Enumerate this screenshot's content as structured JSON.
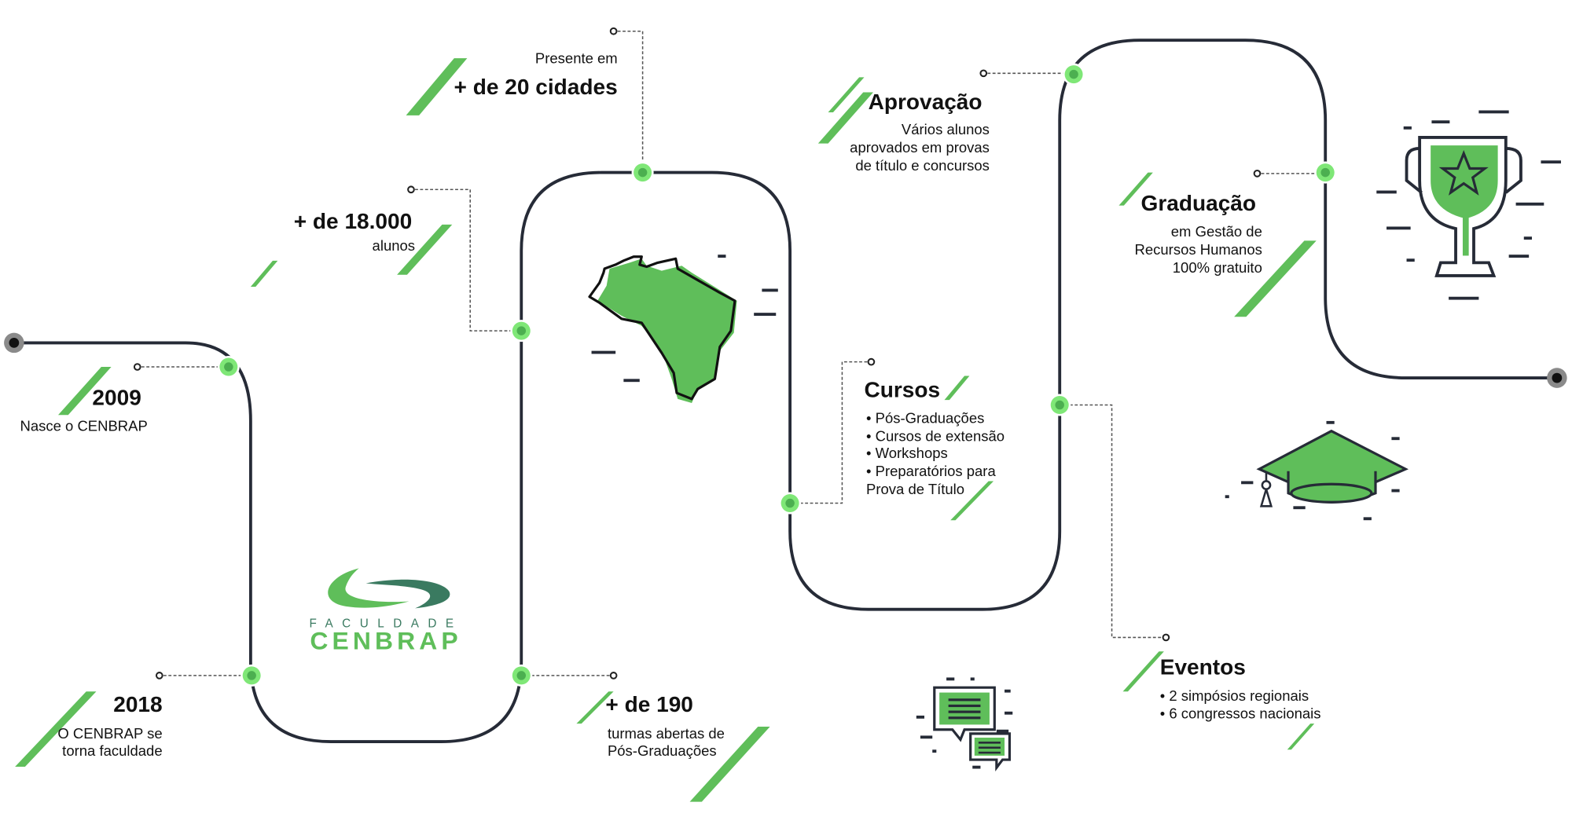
{
  "colors": {
    "accent": "#5fbe5a",
    "node_outer": "#7fe777",
    "path": "#262b37",
    "logo_dark": "#3a7a60"
  },
  "milestones": {
    "m2009": {
      "title": "2009",
      "text": "Nasce o CENBRAP"
    },
    "m2018": {
      "title": "2018",
      "lines": [
        "O CENBRAP se",
        "torna faculdade"
      ]
    },
    "alunos": {
      "title": "+ de 18.000",
      "text": "alunos"
    },
    "cidades": {
      "pre": "Presente em",
      "title": "+ de 20 cidades"
    },
    "turmas": {
      "title": "+ de 190",
      "lines": [
        "turmas abertas de",
        "Pós-Graduações"
      ]
    },
    "cursos": {
      "title": "Cursos",
      "items": [
        "• Pós-Graduações",
        "• Cursos de extensão",
        "• Workshops",
        "• Preparatórios para",
        "Prova de Título"
      ]
    },
    "aprovacao": {
      "title": "Aprovação",
      "lines": [
        "Vários alunos",
        "aprovados em provas",
        "de título e concursos"
      ]
    },
    "graduacao": {
      "title": "Graduação",
      "lines": [
        "em Gestão de",
        "Recursos Humanos",
        "100% gratuito"
      ]
    },
    "eventos": {
      "title": "Eventos",
      "items": [
        "• 2 simpósios regionais",
        "• 6 congressos nacionais"
      ]
    }
  },
  "logo": {
    "top": "FACULDADE",
    "name": "CENBRAP"
  },
  "icons": [
    "brazil-map-icon",
    "trophy-icon",
    "graduation-cap-icon",
    "chat-bubbles-icon"
  ]
}
